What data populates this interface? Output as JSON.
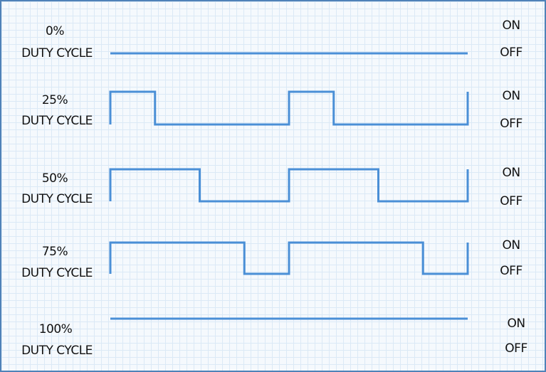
{
  "line_color": "#4a8fd6",
  "rows": [
    {
      "percent": "0%",
      "caption": "DUTY CYCLE",
      "on": "ON",
      "off": "OFF",
      "duty": 0
    },
    {
      "percent": "25%",
      "caption": "DUTY CYCLE",
      "on": "ON",
      "off": "OFF",
      "duty": 0.25
    },
    {
      "percent": "50%",
      "caption": "DUTY CYCLE",
      "on": "ON",
      "off": "OFF",
      "duty": 0.5
    },
    {
      "percent": "75%",
      "caption": "DUTY CYCLE",
      "on": "ON",
      "off": "OFF",
      "duty": 0.75
    },
    {
      "percent": "100%",
      "caption": "DUTY CYCLE",
      "on": "ON",
      "off": "OFF",
      "duty": 1
    }
  ]
}
